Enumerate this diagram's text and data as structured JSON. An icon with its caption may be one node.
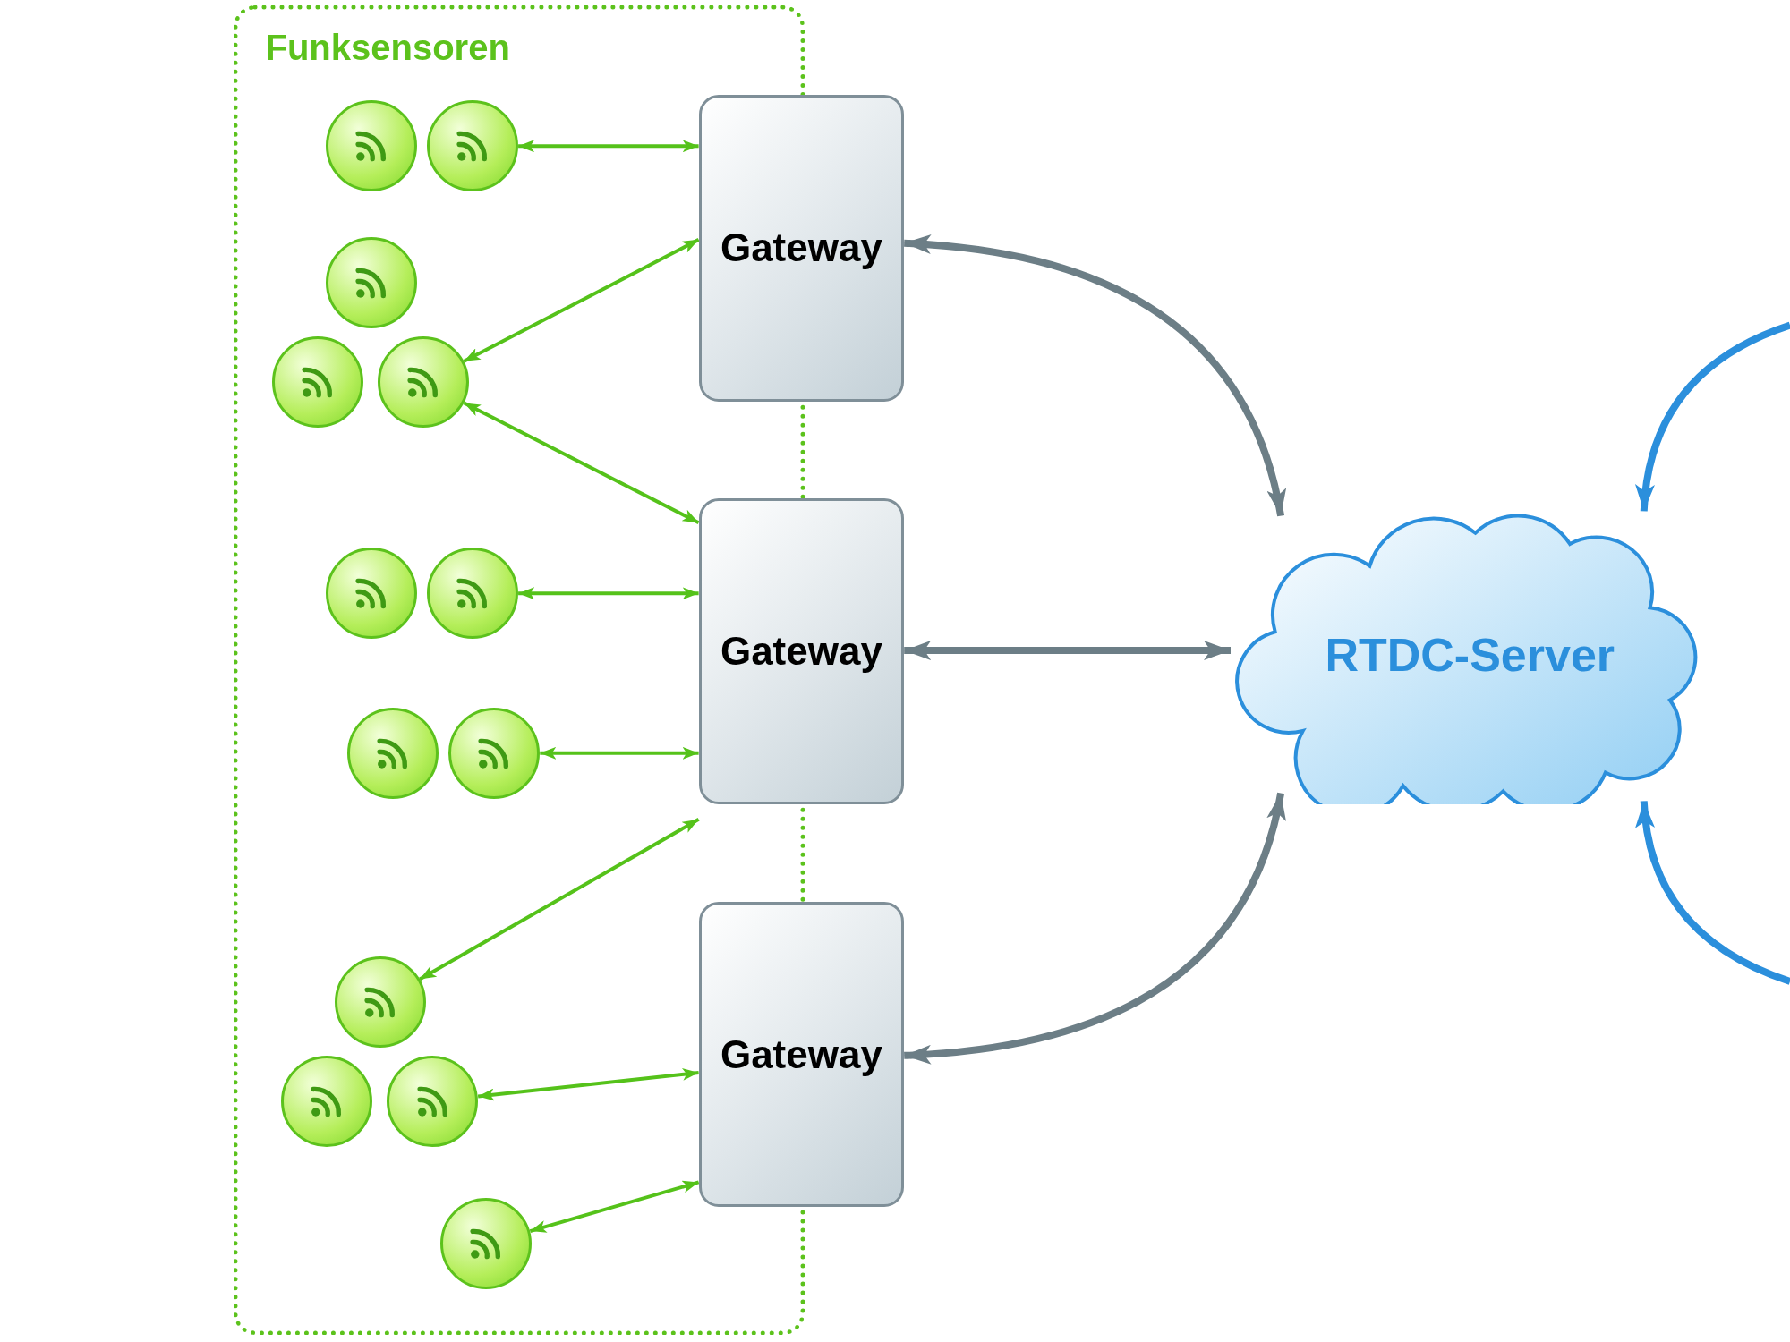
{
  "diagram": {
    "nodes": [
      {
        "text": [
          "Funksensoren"
        ]
      },
      {
        "text": [],
        "shape": "circle",
        "in": 0
      },
      {
        "text": [],
        "shape": "circle",
        "in": 0
      },
      {
        "text": [],
        "shape": "circle",
        "in": 0
      },
      {
        "text": [],
        "shape": "circle",
        "in": 0
      },
      {
        "text": [],
        "shape": "circle",
        "in": 0
      },
      {
        "text": [],
        "shape": "circle",
        "in": 0
      },
      {
        "text": [],
        "shape": "circle",
        "in": 0
      },
      {
        "text": [],
        "shape": "circle",
        "in": 0
      },
      {
        "text": [],
        "shape": "circle",
        "in": 0
      },
      {
        "text": [],
        "shape": "circle",
        "in": 0
      },
      {
        "text": [],
        "shape": "circle",
        "in": 0
      },
      {
        "text": [],
        "shape": "circle",
        "in": 0
      },
      {
        "text": [],
        "shape": "circle",
        "in": 0
      },
      {
        "text": [
          "Gateway"
        ]
      },
      {
        "text": [
          "Gateway"
        ]
      },
      {
        "text": [
          "Gateway"
        ]
      },
      {
        "text": [
          "RTDC-Server"
        ]
      }
    ],
    "edges": [
      {
        "from": 2,
        "to": 14,
        "arrow": "both"
      },
      {
        "from": 5,
        "to": 14,
        "arrow": "both"
      },
      {
        "from": 5,
        "to": 15,
        "arrow": "both"
      },
      {
        "from": 7,
        "to": 15,
        "arrow": "both"
      },
      {
        "from": 9,
        "to": 15,
        "arrow": "both"
      },
      {
        "from": 10,
        "to": 15,
        "arrow": "both"
      },
      {
        "from": 12,
        "to": 16,
        "arrow": "both"
      },
      {
        "from": 13,
        "to": 16,
        "arrow": "both"
      },
      {
        "from": 14,
        "to": 17,
        "arrow": "both",
        "style": "thick",
        "color": "#6c7e86"
      },
      {
        "from": 15,
        "to": 17,
        "arrow": "both",
        "style": "thick",
        "color": "#6c7e86"
      },
      {
        "from": 16,
        "to": 17,
        "arrow": "both",
        "style": "thick",
        "color": "#6c7e86"
      },
      {
        "from": null,
        "to": 17,
        "arrow": "to",
        "style": "thick",
        "color": "#2b8fdc"
      },
      {
        "from": null,
        "to": 17,
        "arrow": "to",
        "style": "thick",
        "color": "#2b8fdc"
      }
    ]
  }
}
